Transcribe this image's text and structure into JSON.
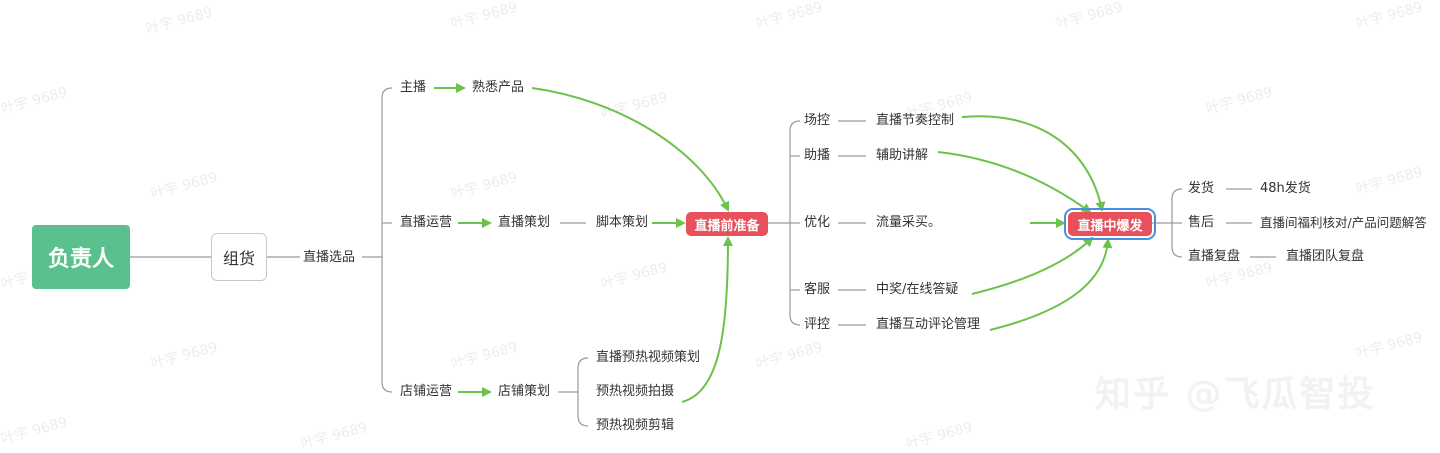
{
  "root": {
    "label": "负责人"
  },
  "group": {
    "label": "组货"
  },
  "selection": {
    "label": "直播选品"
  },
  "branches": [
    {
      "label": "主播",
      "next": "熟悉产品"
    },
    {
      "label": "直播运营",
      "next": "直播策划",
      "next2": "脚本策划"
    },
    {
      "label": "店铺运营",
      "next": "店铺策划",
      "children": [
        "直播预热视频策划",
        "预热视频拍摄",
        "预热视频剪辑"
      ]
    }
  ],
  "hub1": {
    "label": "直播前准备"
  },
  "prep_items": [
    {
      "label": "场控",
      "detail": "直播节奏控制"
    },
    {
      "label": "助播",
      "detail": "辅助讲解"
    },
    {
      "label": "优化",
      "detail": "流量采买。"
    },
    {
      "label": "客服",
      "detail": "中奖/在线答疑"
    },
    {
      "label": "评控",
      "detail": "直播互动评论管理"
    }
  ],
  "hub2": {
    "label": "直播中爆发"
  },
  "post_items": [
    {
      "label": "发货",
      "detail": "48h发货"
    },
    {
      "label": "售后",
      "detail": "直播间福利核对/产品问题解答"
    },
    {
      "label": "直播复盘",
      "detail": "直播团队复盘"
    }
  ],
  "watermark": {
    "main": "知乎 @飞瓜智投",
    "tile": "叶宇 9689"
  },
  "colors": {
    "root": "#5ac18e",
    "hub": "#e8505b",
    "arrow": "#6cc24a",
    "line": "#999999",
    "focus": "#4a90e2"
  }
}
